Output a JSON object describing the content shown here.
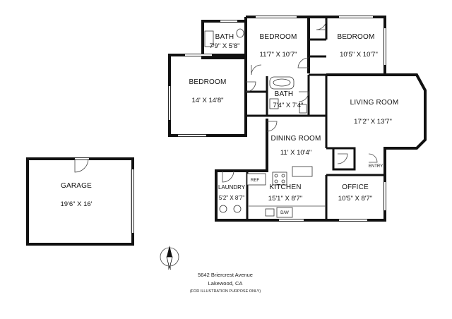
{
  "rooms": {
    "bath_upper": {
      "name": "BATH",
      "dims": "7'9\" X 5'8\""
    },
    "bedroom_mid": {
      "name": "BEDROOM",
      "dims": "11'7\" X 10'7\""
    },
    "bedroom_right": {
      "name": "BEDROOM",
      "dims": "10'5\" X 10'7\""
    },
    "bedroom_left": {
      "name": "BEDROOM",
      "dims": "14' X 14'8\""
    },
    "bath_center": {
      "name": "BATH",
      "dims": "7'4\" X 7'4\""
    },
    "living_room": {
      "name": "LIVING ROOM",
      "dims": "17'2\" X 13'7\""
    },
    "dining_room": {
      "name": "DINING ROOM",
      "dims": "11' X 10'4\""
    },
    "kitchen": {
      "name": "KITCHEN",
      "dims": "15'1\" X 8'7\""
    },
    "laundry": {
      "name": "LAUNDRY",
      "dims": "5'2\" X 8'7\""
    },
    "office": {
      "name": "OFFICE",
      "dims": "10'5\" X 8'7\""
    },
    "garage": {
      "name": "GARAGE",
      "dims": "19'6\" X 16'"
    }
  },
  "labels": {
    "entry": "ENTRY",
    "ref": "REF",
    "dw": "D/W"
  },
  "compass": {
    "letter": "N"
  },
  "address": {
    "street": "5642 Briercrest Avenue",
    "city": "Lakewood, CA",
    "note": "(FOR ILLUSTRATION PURPOSE ONLY)"
  }
}
